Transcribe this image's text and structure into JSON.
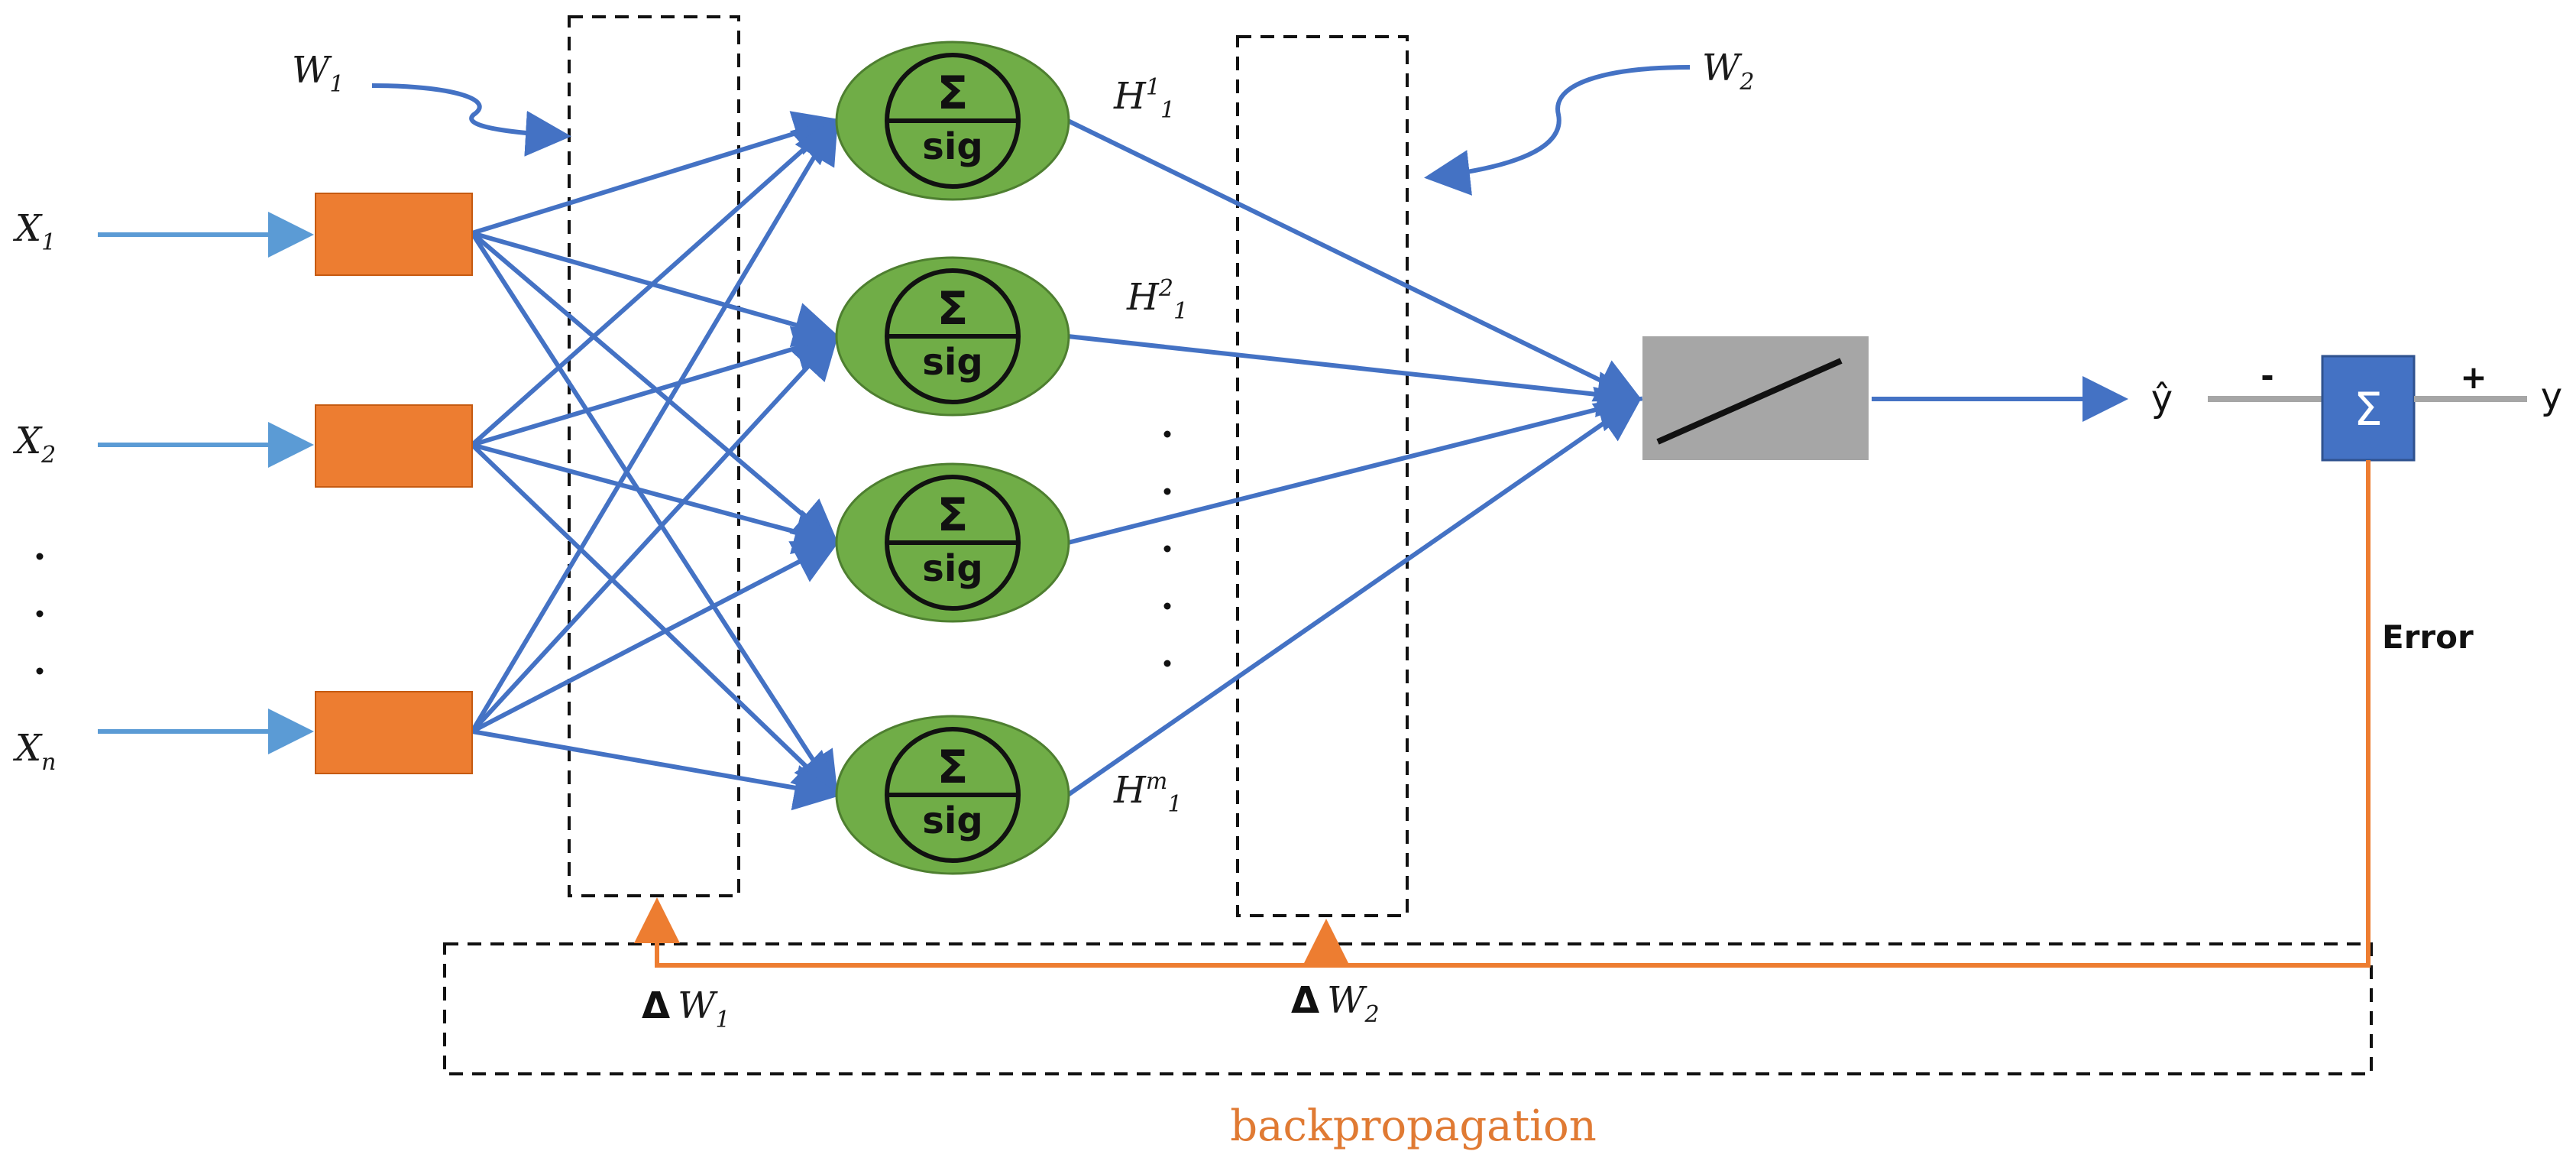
{
  "inputs": [
    {
      "symbol": "X",
      "sub": "1"
    },
    {
      "symbol": "X",
      "sub": "2"
    },
    {
      "symbol": "X",
      "sub": "n"
    }
  ],
  "input_ellipsis": ".\n.\n.",
  "weights": {
    "w1": {
      "symbol": "W",
      "sub": "1"
    },
    "w2": {
      "symbol": "W",
      "sub": "2"
    }
  },
  "neurons": [
    {
      "top": "Σ",
      "bottom": "sig"
    },
    {
      "top": "Σ",
      "bottom": "sig"
    },
    {
      "top": "Σ",
      "bottom": "sig"
    },
    {
      "top": "Σ",
      "bottom": "sig"
    }
  ],
  "hidden_outputs": [
    {
      "symbol": "H",
      "sup": "1",
      "sub": "1"
    },
    {
      "symbol": "H",
      "sup": "2",
      "sub": "1"
    },
    {
      "symbol": "H",
      "sup": "m",
      "sub": "1"
    }
  ],
  "output": {
    "y_hat": "ŷ",
    "minus": "-",
    "plus": "+",
    "y": "y",
    "sum": "Σ",
    "error": "Error"
  },
  "deltas": {
    "dw1": {
      "delta": "Δ",
      "symbol": "W",
      "sub": "1"
    },
    "dw2": {
      "delta": "Δ",
      "symbol": "W",
      "sub": "2"
    }
  },
  "caption": "backpropagation",
  "colors": {
    "input_box": "#ed7d31",
    "neuron": "#70ad47",
    "connection": "#4472c4",
    "input_arrow": "#5b9bd5",
    "backprop": "#ed7d31",
    "activation_box": "#a6a6a6",
    "sum_box": "#4472c4",
    "output_line": "#a6a6a6"
  }
}
